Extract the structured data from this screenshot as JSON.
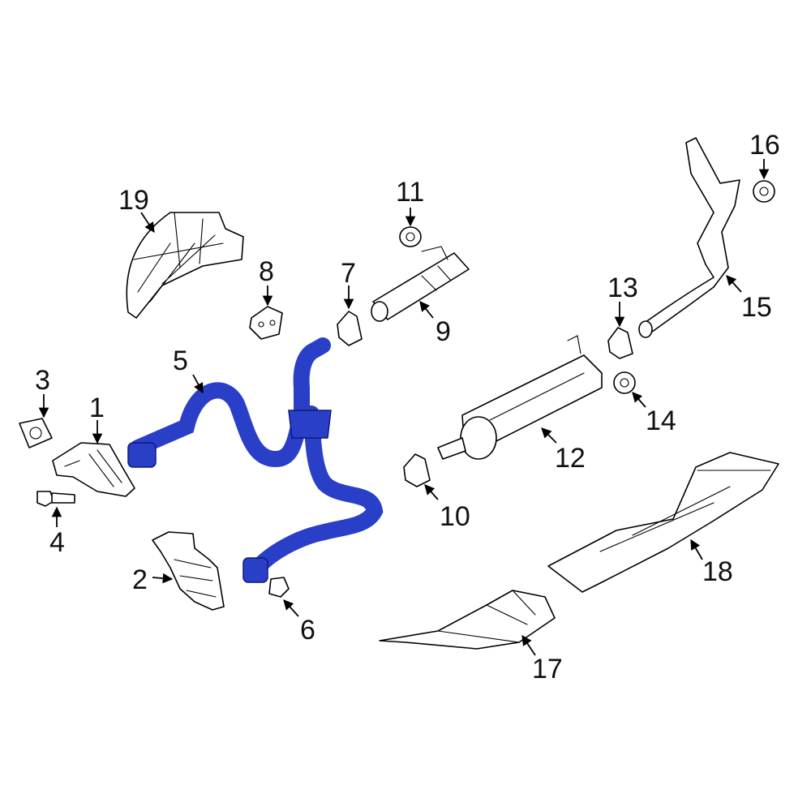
{
  "colors": {
    "highlight": "#2a3fc8",
    "highlight_stroke": "#0d1a7a",
    "line": "#000000",
    "background": "#ffffff"
  },
  "callouts": [
    {
      "id": "1",
      "label": "1"
    },
    {
      "id": "2",
      "label": "2"
    },
    {
      "id": "3",
      "label": "3"
    },
    {
      "id": "4",
      "label": "4"
    },
    {
      "id": "5",
      "label": "5"
    },
    {
      "id": "6",
      "label": "6"
    },
    {
      "id": "7",
      "label": "7"
    },
    {
      "id": "8",
      "label": "8"
    },
    {
      "id": "9",
      "label": "9"
    },
    {
      "id": "10",
      "label": "10"
    },
    {
      "id": "11",
      "label": "11"
    },
    {
      "id": "12",
      "label": "12"
    },
    {
      "id": "13",
      "label": "13"
    },
    {
      "id": "14",
      "label": "14"
    },
    {
      "id": "15",
      "label": "15"
    },
    {
      "id": "16",
      "label": "16"
    },
    {
      "id": "17",
      "label": "17"
    },
    {
      "id": "18",
      "label": "18"
    },
    {
      "id": "19",
      "label": "19"
    }
  ],
  "highlighted_part": "5"
}
